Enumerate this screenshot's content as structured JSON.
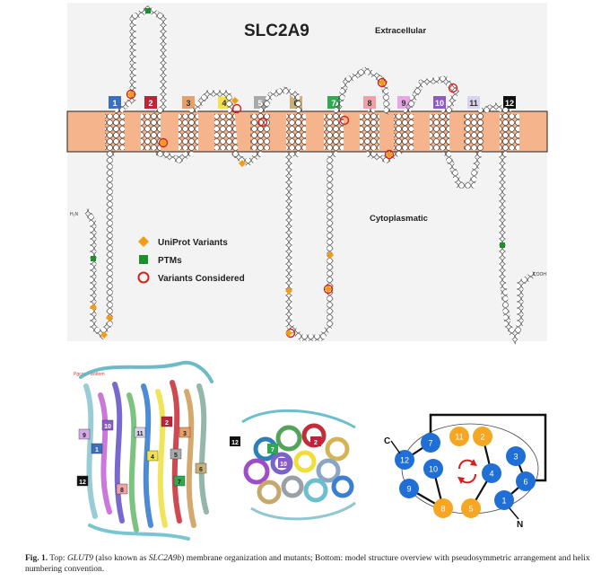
{
  "top_panel": {
    "title": "SLC2A9",
    "extracellular_label": "Extracellular",
    "cytoplasmic_label": "Cytoplasmatic",
    "n_terminus": "H₂N",
    "c_terminus": "COOH",
    "helices": [
      {
        "label": "1",
        "color": "#3b6fc4"
      },
      {
        "label": "2",
        "color": "#c0223a"
      },
      {
        "label": "3",
        "color": "#e8a06a"
      },
      {
        "label": "4",
        "color": "#f2e14a"
      },
      {
        "label": "5",
        "color": "#a9a9a9"
      },
      {
        "label": "6",
        "color": "#c9b07a"
      },
      {
        "label": "7",
        "color": "#2fa84f"
      },
      {
        "label": "8",
        "color": "#f0a0a8"
      },
      {
        "label": "9",
        "color": "#e9a6e6"
      },
      {
        "label": "10",
        "color": "#8c5ac8"
      },
      {
        "label": "11",
        "color": "#d9d3ec"
      },
      {
        "label": "12",
        "color": "#111111"
      }
    ],
    "legend": [
      {
        "label": "UniProt Variants",
        "marker": "diamond",
        "color": "#f39c12"
      },
      {
        "label": "PTMs",
        "marker": "square",
        "color": "#1e8f2e"
      },
      {
        "label": "Variants Considered",
        "marker": "circle-ring",
        "color": "#d62020"
      }
    ],
    "membrane_color": "#f6b48c"
  },
  "bottom_panel": {
    "structure_tag": "Pgcoo • Bottom",
    "side_view_labels": [
      "10",
      "9",
      "1",
      "2",
      "11",
      "3",
      "4",
      "5",
      "8",
      "6",
      "12",
      "7"
    ],
    "top_view_labels": [
      "12",
      "2",
      "7",
      "10"
    ],
    "diagram": {
      "c_label": "C",
      "n_label": "N",
      "blue_color": "#1f6fd6",
      "yellow_color": "#f5a623",
      "nodes": [
        {
          "label": "7",
          "kind": "blue"
        },
        {
          "label": "11",
          "kind": "yellow"
        },
        {
          "label": "2",
          "kind": "yellow"
        },
        {
          "label": "3",
          "kind": "blue"
        },
        {
          "label": "12",
          "kind": "blue"
        },
        {
          "label": "10",
          "kind": "blue"
        },
        {
          "label": "4",
          "kind": "blue"
        },
        {
          "label": "6",
          "kind": "blue"
        },
        {
          "label": "9",
          "kind": "blue"
        },
        {
          "label": "8",
          "kind": "yellow"
        },
        {
          "label": "5",
          "kind": "yellow"
        },
        {
          "label": "1",
          "kind": "blue"
        }
      ]
    }
  },
  "caption": {
    "fig_label": "Fig. 1.",
    "text_a": " Top: ",
    "gene_a": "GLUT9",
    "text_b": " (also known as ",
    "gene_b": "SLC2A9b",
    "text_c": ") membrane organization and mutants; Bottom: model structure overview with pseudosymmetric arrangement and helix numbering convention."
  }
}
